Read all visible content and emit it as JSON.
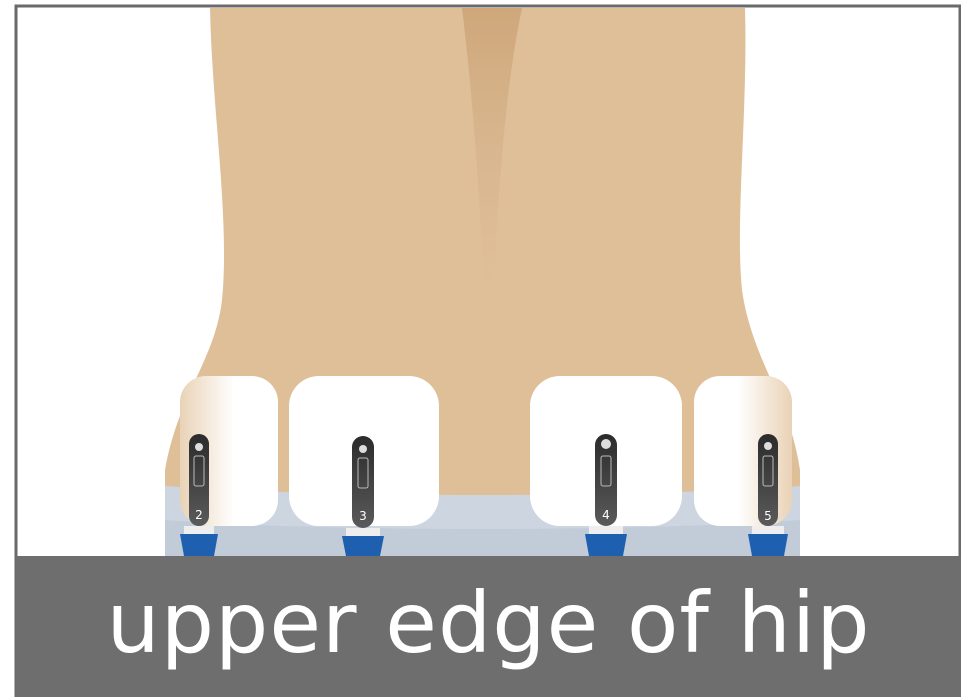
{
  "caption": "upper edge of hip",
  "electrodes": [
    {
      "number": "2",
      "side": "left"
    },
    {
      "number": "3",
      "side": "left"
    },
    {
      "number": "4",
      "side": "right"
    },
    {
      "number": "5",
      "side": "right"
    }
  ],
  "colors": {
    "skin": "#dfbf98",
    "spine_shadow": "#cfa77a",
    "pad": "#ffffff",
    "connector_body": "#3a3a3a",
    "connector_tip": "#1f5fb0",
    "waistband": "#cdd5e0",
    "caption_bar": "#6e6e6e",
    "border": "#6a6a6a"
  }
}
